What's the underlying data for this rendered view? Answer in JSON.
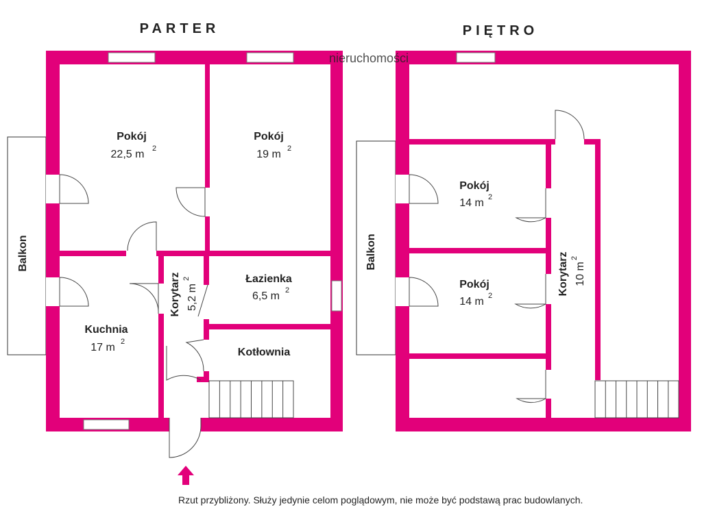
{
  "titles": {
    "ground": "PARTER",
    "upper": "PIĘTRO"
  },
  "watermark": "nieruchomości",
  "ground_floor": {
    "rooms": [
      {
        "name": "Pokój",
        "area": "22,5 m",
        "sup": "2"
      },
      {
        "name": "Pokój",
        "area": "19 m",
        "sup": "2"
      },
      {
        "name": "Kuchnia",
        "area": "17 m",
        "sup": "2"
      },
      {
        "name": "Korytarz",
        "area": "5,2 m",
        "sup": "2"
      },
      {
        "name": "Łazienka",
        "area": "6,5 m",
        "sup": "2"
      },
      {
        "name": "Kotłownia"
      }
    ],
    "balcony": "Balkon"
  },
  "upper_floor": {
    "rooms": [
      {
        "name": "Pokój",
        "area": "14 m",
        "sup": "2"
      },
      {
        "name": "Pokój",
        "area": "14 m",
        "sup": "2"
      },
      {
        "name": "Korytarz",
        "area": "10 m",
        "sup": "2"
      }
    ],
    "balcony": "Balkon"
  },
  "disclaimer": "Rzut przybliżony. Służy jedynie celom poglądowym, nie może być podstawą prac budowlanych.",
  "colors": {
    "wall": "#e2007a"
  }
}
